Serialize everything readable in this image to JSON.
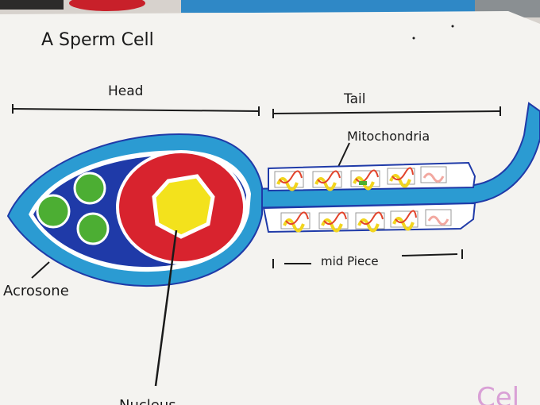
{
  "poster": {
    "title": "A Sperm Cell",
    "labels": {
      "head": "Head",
      "tail": "Tail",
      "mitochondria": "Mitochondria",
      "mid_piece": "mid Piece",
      "acrosome": "Acrosone",
      "nucleus": "Nucleus",
      "corner_text": "Cel"
    }
  },
  "colors": {
    "paper": "#f4f3f0",
    "outer_membrane": "#2b9bd2",
    "inner_cytoplasm": "#1f3aa8",
    "acrosome_granule": "#4cae33",
    "nucleus_outer": "#d8232e",
    "nucleus_inner": "#f3e21c",
    "mitochondria_red": "#e2432b",
    "mitochondria_yellow": "#f2d51e",
    "ink": "#1a1a1a",
    "corner_pink": "#d9a0d6"
  }
}
